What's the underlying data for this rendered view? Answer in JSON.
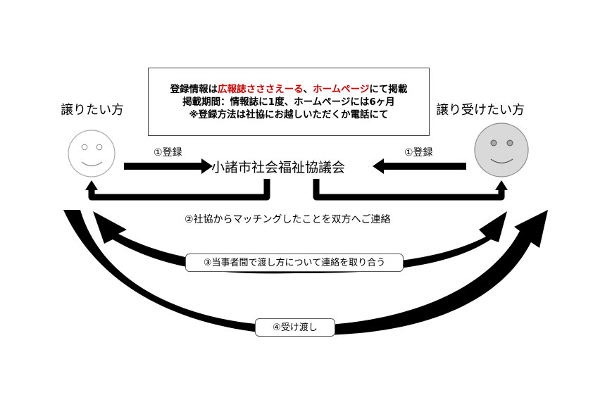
{
  "giver": {
    "label": "譲りたい方"
  },
  "receiver": {
    "label": "譲り受けたい方"
  },
  "council": {
    "name": "小諸市社会福祉協議会"
  },
  "info_box": {
    "line1": {
      "prefix": "登録情報は",
      "red1": "広報誌さささえーる",
      "sep": "、",
      "red2": "ホームページ",
      "suffix": "にて掲載"
    },
    "line2": "掲載期間：情報誌に1度、ホームページには6ヶ月",
    "line3": "※登録方法は社協にお越しいただくか電話にて"
  },
  "steps": {
    "step1_giver": "①登録",
    "step1_receiver": "①登録",
    "step2": "②社協からマッチングしたことを双方へご連絡",
    "step3": "③当事者間で渡し方について連絡を取り合う",
    "step4": "④受け渡し"
  },
  "colors": {
    "highlight_red": "#d00000",
    "receiver_face_fill": "#d9d9d9",
    "giver_face_fill": "#ffffff",
    "arrow": "#000000"
  }
}
